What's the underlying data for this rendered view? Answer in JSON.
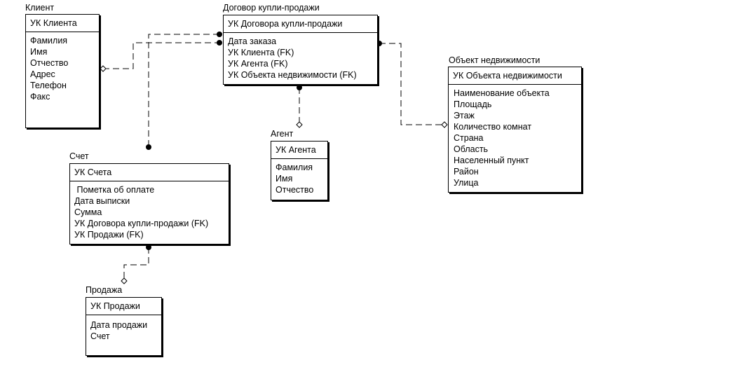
{
  "entities": {
    "client": {
      "title": "Клиент",
      "pk": "УК Клиента",
      "attrs": [
        "Фамилия",
        "Имя",
        "Отчество",
        "Адрес",
        "Телефон",
        "Факс"
      ]
    },
    "contract": {
      "title": "Договор купли-продажи",
      "pk": "УК Договора купли-продажи",
      "attrs": [
        "Дата заказа",
        "УК Клиента (FK)",
        "УК Агента (FK)",
        "УК Объекта недвижимости (FK)"
      ]
    },
    "property": {
      "title": "Объект недвижимости",
      "pk": "УК Объекта недвижимости",
      "attrs": [
        "Наименование объекта",
        "Площадь",
        "Этаж",
        "Количество комнат",
        "Страна",
        "Область",
        "Населенный пункт",
        "Район",
        "Улица"
      ]
    },
    "agent": {
      "title": "Агент",
      "pk": "УК Агента",
      "attrs": [
        "Фамилия",
        "Имя",
        "Отчество"
      ]
    },
    "invoice": {
      "title": "Счет",
      "pk": "УК Счета",
      "attrs": [
        " Пометка об оплате",
        "Дата выписки",
        "Сумма",
        "УК Договора купли-продажи (FK)",
        "УК Продажи (FK)"
      ]
    },
    "sale": {
      "title": "Продажа",
      "pk": "УК Продажи",
      "attrs": [
        "Дата продажи",
        "Счет"
      ]
    }
  }
}
